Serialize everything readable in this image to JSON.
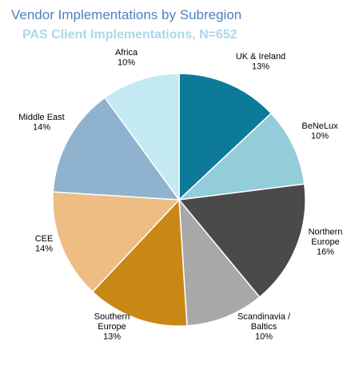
{
  "chart_data": {
    "type": "pie",
    "title": "Vendor Implementations by Subregion",
    "subtitle": "PAS Client Implementations, N=652",
    "start_angle_deg": 0,
    "direction": "clockwise",
    "slices": [
      {
        "name": "UK & Ireland",
        "value": 13,
        "label_lines": [
          "UK & Ireland",
          "13%"
        ],
        "color": "#0e7a99"
      },
      {
        "name": "BeNeLux",
        "value": 10,
        "label_lines": [
          "BeNeLux",
          "10%"
        ],
        "color": "#93cdd9"
      },
      {
        "name": "Northern Europe",
        "value": 16,
        "label_lines": [
          "Northern",
          "Europe",
          "16%"
        ],
        "color": "#4a4a4a"
      },
      {
        "name": "Scandinavia / Baltics",
        "value": 10,
        "label_lines": [
          "Scandinavia /",
          "Baltics",
          "10%"
        ],
        "color": "#a8a8a8"
      },
      {
        "name": "Southern Europe",
        "value": 13,
        "label_lines": [
          "Southern",
          "Europe",
          "13%"
        ],
        "color": "#c98716"
      },
      {
        "name": "CEE",
        "value": 14,
        "label_lines": [
          "CEE",
          "14%"
        ],
        "color": "#edbd83"
      },
      {
        "name": "Middle East",
        "value": 14,
        "label_lines": [
          "Middle East",
          "14%"
        ],
        "color": "#8fb2cf"
      },
      {
        "name": "Africa",
        "value": 10,
        "label_lines": [
          "Africa",
          "10%"
        ],
        "color": "#c3e9f2"
      }
    ]
  }
}
